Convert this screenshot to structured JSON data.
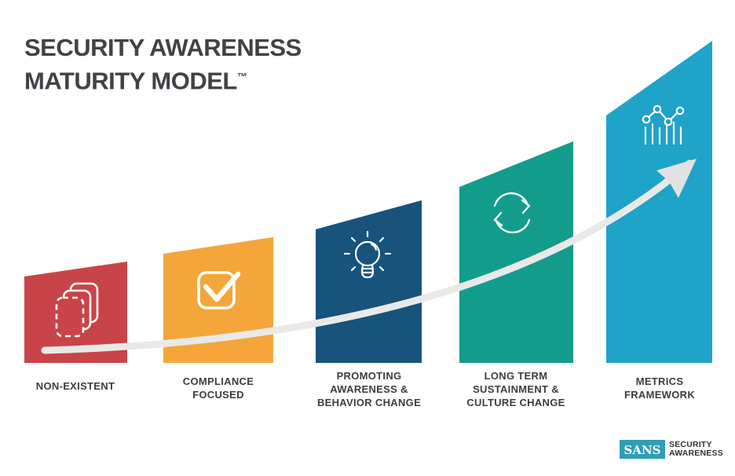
{
  "title": {
    "line1": "SECURITY AWARENESS",
    "line2": "MATURITY MODEL",
    "trademark": "™"
  },
  "stages": [
    {
      "label_lines": [
        "NON-EXISTENT"
      ],
      "color": "#C94449",
      "icon": "documents-stack-icon"
    },
    {
      "label_lines": [
        "COMPLIANCE",
        "FOCUSED"
      ],
      "color": "#F4A63A",
      "icon": "checkbox-check-icon"
    },
    {
      "label_lines": [
        "PROMOTING",
        "AWARENESS &",
        "BEHAVIOR CHANGE"
      ],
      "color": "#17537B",
      "icon": "lightbulb-icon"
    },
    {
      "label_lines": [
        "LONG TERM",
        "SUSTAINMENT &",
        "CULTURE CHANGE"
      ],
      "color": "#139C8C",
      "icon": "cycle-arrows-icon"
    },
    {
      "label_lines": [
        "METRICS",
        "FRAMEWORK"
      ],
      "color": "#20A3C9",
      "icon": "metrics-chart-icon"
    }
  ],
  "trend_arrow": {
    "color": "#E9E9E8",
    "head_color": "#E2E2E1"
  },
  "logo": {
    "brand": "SANS",
    "product_line1": "SECURITY",
    "product_line2": "AWARENESS",
    "box_color": "#2E9EB6"
  }
}
